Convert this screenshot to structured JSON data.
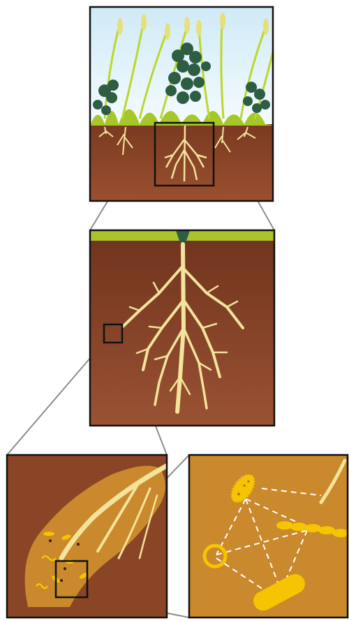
{
  "figure": {
    "panels": [
      {
        "id": "field",
        "depicts": "crop-field-with-roots"
      },
      {
        "id": "root-system",
        "depicts": "single-plant-root-system"
      },
      {
        "id": "rhizosphere",
        "depicts": "root-tip-with-rhizosphere"
      },
      {
        "id": "microbial-network",
        "depicts": "soil-microbe-interactions"
      }
    ],
    "colors": {
      "sky_top": "#d6eef8",
      "sky_bottom": "#f4fbff",
      "soil": "#8a4426",
      "soil_dark": "#6e321b",
      "root": "#f3e39b",
      "rhizosphere": "#c9892c",
      "microbe": "#f6c400",
      "grass": "#9cbd1f",
      "leaf": "#2d5e43",
      "frame": "#111111",
      "connector": "#8c8c8c"
    }
  }
}
